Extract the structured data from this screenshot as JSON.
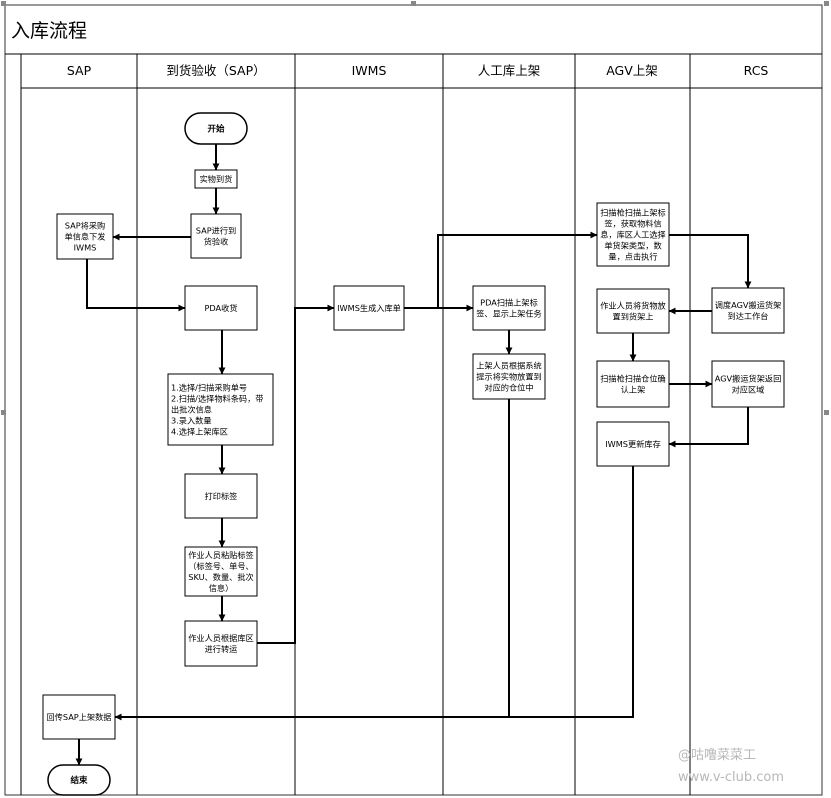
{
  "diagram": {
    "title": "入库流程",
    "lanes": [
      {
        "id": "sap",
        "label": "SAP"
      },
      {
        "id": "receive",
        "label": "到货验收（SAP）"
      },
      {
        "id": "iwms",
        "label": "IWMS"
      },
      {
        "id": "manual",
        "label": "人工库上架"
      },
      {
        "id": "agv",
        "label": "AGV上架"
      },
      {
        "id": "rcs",
        "label": "RCS"
      }
    ],
    "nodes": [
      {
        "id": "start",
        "shape": "terminal",
        "lines": [
          "开始"
        ]
      },
      {
        "id": "arrive",
        "shape": "process",
        "lines": [
          "实物到货"
        ]
      },
      {
        "id": "sap_check",
        "shape": "process",
        "lines": [
          "SAP进行到",
          "货验收"
        ]
      },
      {
        "id": "sap_po",
        "shape": "process",
        "lines": [
          "SAP将采购",
          "单信息下发",
          "IWMS"
        ]
      },
      {
        "id": "pda_recv",
        "shape": "process",
        "lines": [
          "PDA收货"
        ]
      },
      {
        "id": "select",
        "shape": "process",
        "align": "left",
        "lines": [
          "1.选择/扫描采购单号",
          "2.扫描/选择物料条码，带",
          "出批次信息",
          "3.录入数量",
          "4.选择上架库区"
        ]
      },
      {
        "id": "print",
        "shape": "process",
        "lines": [
          "打印标签"
        ]
      },
      {
        "id": "paste",
        "shape": "process",
        "lines": [
          "作业人员粘贴标签",
          "（标签号、单号、",
          "SKU、数量、批次",
          "信息）"
        ]
      },
      {
        "id": "transfer",
        "shape": "process",
        "lines": [
          "作业人员根据库区",
          "进行转运"
        ]
      },
      {
        "id": "iwms_gen",
        "shape": "process",
        "lines": [
          "IWMS生成入库单"
        ]
      },
      {
        "id": "pda_scan",
        "shape": "process",
        "lines": [
          "PDA扫描上架标",
          "签、显示上架任务"
        ]
      },
      {
        "id": "putaway",
        "shape": "process",
        "lines": [
          "上架人员根据系统",
          "提示将实物放置到",
          "对应的仓位中"
        ]
      },
      {
        "id": "agv_scan",
        "shape": "process",
        "lines": [
          "扫描枪扫描上架标",
          "签，获取物料信",
          "息，库区人工选择",
          "单货架类型，数",
          "量，点击执行"
        ]
      },
      {
        "id": "agv_place",
        "shape": "process",
        "lines": [
          "作业人员将货物放",
          "置到货架上"
        ]
      },
      {
        "id": "agv_confirm",
        "shape": "process",
        "lines": [
          "扫描枪扫描仓位确",
          "认上架"
        ]
      },
      {
        "id": "iwms_update",
        "shape": "process",
        "lines": [
          "IWMS更新库存"
        ]
      },
      {
        "id": "rcs_dispatch",
        "shape": "process",
        "lines": [
          "调度AGV搬运货架",
          "到达工作台"
        ]
      },
      {
        "id": "rcs_return",
        "shape": "process",
        "lines": [
          "AGV搬运货架返回",
          "对应区域"
        ]
      },
      {
        "id": "sap_back",
        "shape": "process",
        "lines": [
          "回传SAP上架数据"
        ]
      },
      {
        "id": "end",
        "shape": "terminal",
        "lines": [
          "结束"
        ]
      }
    ],
    "edges": [
      {
        "from": "start",
        "to": "arrive"
      },
      {
        "from": "arrive",
        "to": "sap_check"
      },
      {
        "from": "sap_check",
        "to": "sap_po"
      },
      {
        "from": "sap_po",
        "to": "pda_recv"
      },
      {
        "from": "pda_recv",
        "to": "select"
      },
      {
        "from": "select",
        "to": "print"
      },
      {
        "from": "print",
        "to": "paste"
      },
      {
        "from": "paste",
        "to": "transfer"
      },
      {
        "from": "transfer",
        "to": "iwms_gen"
      },
      {
        "from": "iwms_gen",
        "to": "pda_scan"
      },
      {
        "from": "iwms_gen",
        "to": "agv_scan"
      },
      {
        "from": "pda_scan",
        "to": "putaway"
      },
      {
        "from": "agv_scan",
        "to": "rcs_dispatch"
      },
      {
        "from": "rcs_dispatch",
        "to": "agv_place"
      },
      {
        "from": "agv_place",
        "to": "agv_confirm"
      },
      {
        "from": "agv_confirm",
        "to": "rcs_return"
      },
      {
        "from": "rcs_return",
        "to": "iwms_update"
      },
      {
        "from": "putaway",
        "to": "sap_back"
      },
      {
        "from": "iwms_update",
        "to": "sap_back"
      },
      {
        "from": "sap_back",
        "to": "end"
      }
    ]
  },
  "watermark": {
    "line1": "@咕噜菜菜工",
    "line2": "www.v-club.com"
  }
}
